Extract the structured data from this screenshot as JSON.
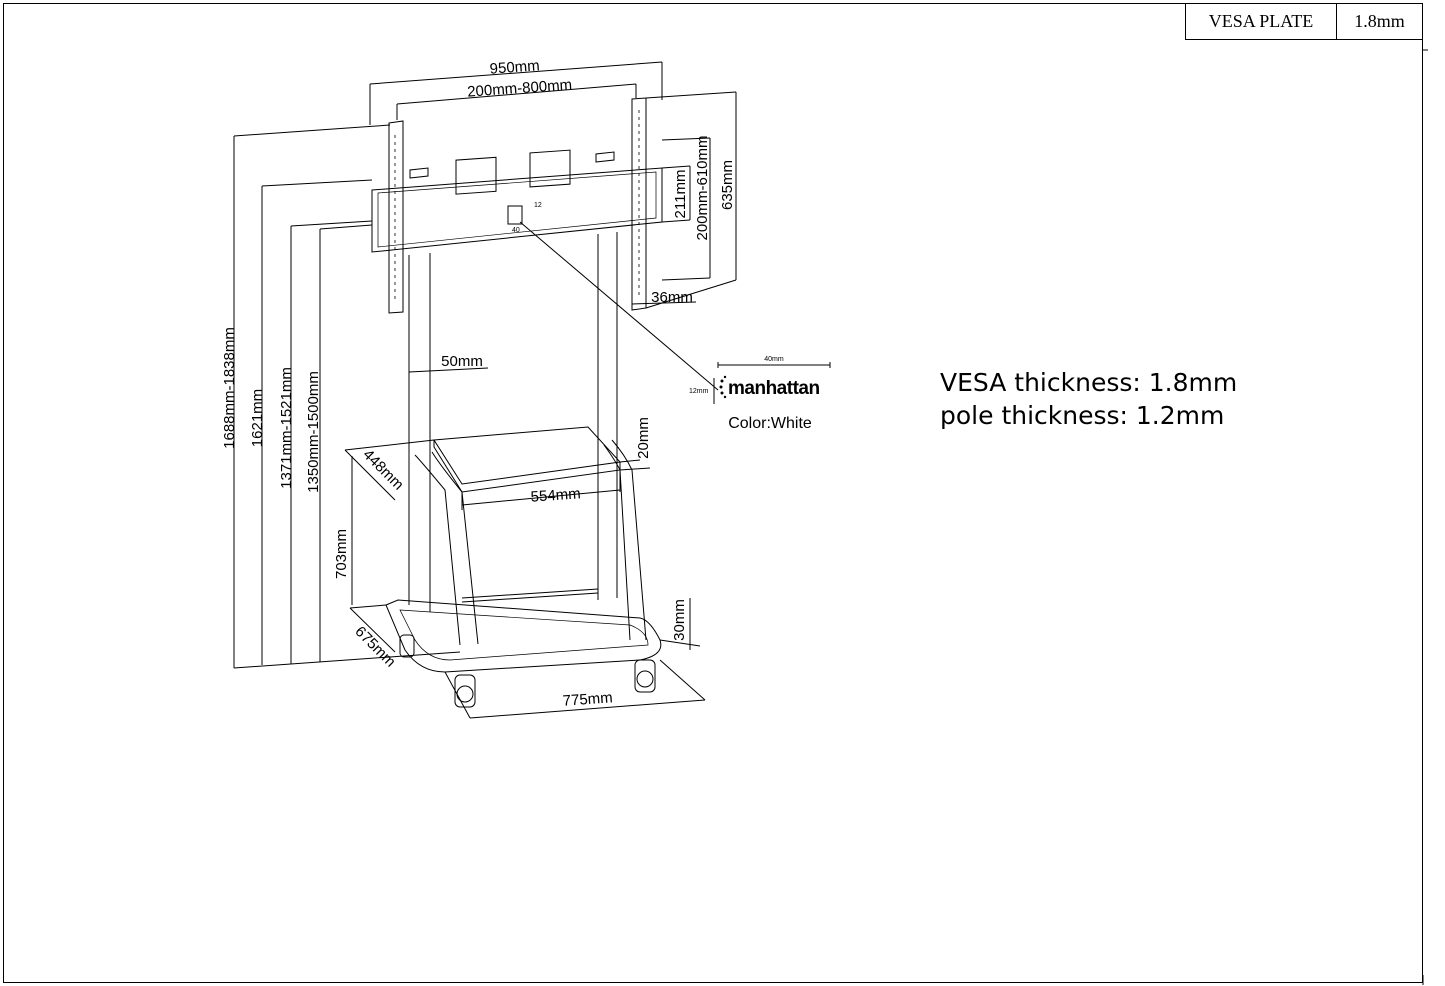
{
  "title_block": {
    "label": "VESA PLATE",
    "value": "1.8mm"
  },
  "notes": {
    "vesa_thickness": "VESA thickness: 1.8mm",
    "pole_thickness": "pole thickness: 1.2mm"
  },
  "dimensions": {
    "overall_width": "950mm",
    "vesa_range_h": "200mm-800mm",
    "vesa_range_v": "200mm-610mm",
    "bracket_height": "635mm",
    "plate_height": "211mm",
    "bracket_depth": "36mm",
    "pole_width": "50mm",
    "total_height": "1688mm-1838mm",
    "height_1621": "1621mm",
    "height_1371": "1371mm-1521mm",
    "height_1350": "1350mm-1500mm",
    "shelf_depth": "448mm",
    "shelf_width": "554mm",
    "shelf_thickness": "20mm",
    "shelf_height": "703mm",
    "base_depth": "675mm",
    "base_width": "775mm",
    "base_height": "30mm",
    "plate_detail_12": "12",
    "plate_detail_40": "40"
  },
  "logo": {
    "brand": "manhattan",
    "width_label": "40mm",
    "height_label": "12mm",
    "color_label": "Color:White"
  }
}
